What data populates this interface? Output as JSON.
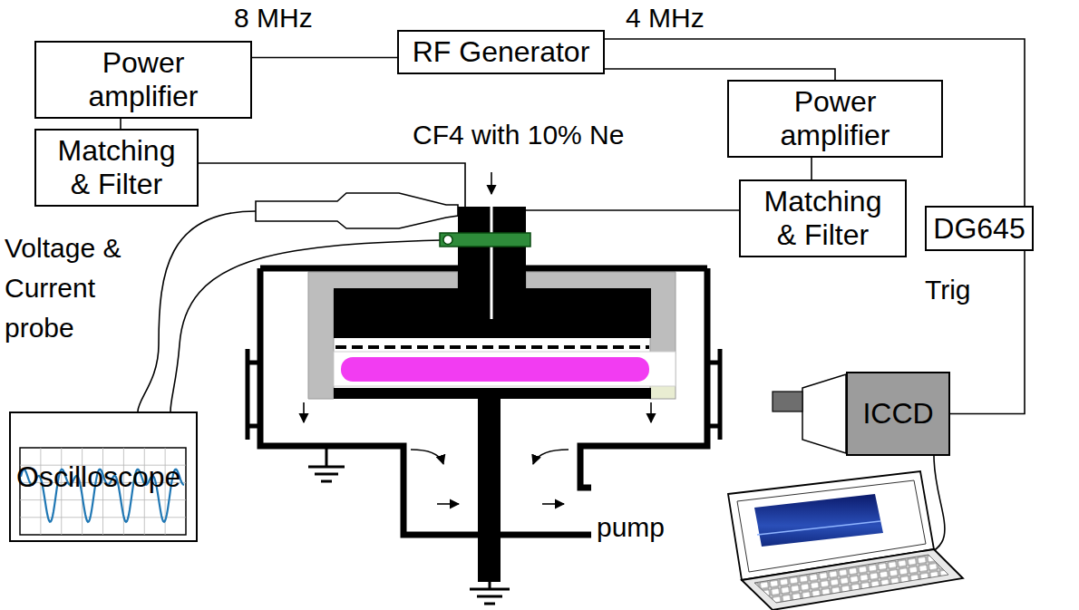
{
  "diagram": {
    "nodes": [
      {
        "text": [
          "Power amplifier"
        ]
      },
      {
        "text": [
          "RF Generator"
        ]
      },
      {
        "text": [
          "Power amplifier"
        ]
      },
      {
        "text": [
          "Matching & Filter"
        ]
      },
      {
        "text": [
          "Matching & Filter"
        ]
      },
      {
        "text": [
          "DG645"
        ]
      },
      {
        "text": [
          "Oscilloscope"
        ]
      },
      {
        "text": [
          "ICCD"
        ]
      }
    ],
    "edges": [
      {
        "from": 1,
        "to": 0,
        "arrow": "none"
      },
      {
        "from": 1,
        "to": 2,
        "arrow": "none"
      },
      {
        "from": 1,
        "to": 5,
        "arrow": "none"
      },
      {
        "from": 0,
        "to": 3,
        "arrow": "none"
      },
      {
        "from": 2,
        "to": 4,
        "arrow": "none"
      },
      {
        "from": 5,
        "to": 7,
        "arrow": "none"
      }
    ],
    "labels": [
      "8 MHz",
      "4 MHz",
      "CF4 with 10% Ne",
      "Voltage & Current probe",
      "Trig",
      "pump"
    ]
  }
}
